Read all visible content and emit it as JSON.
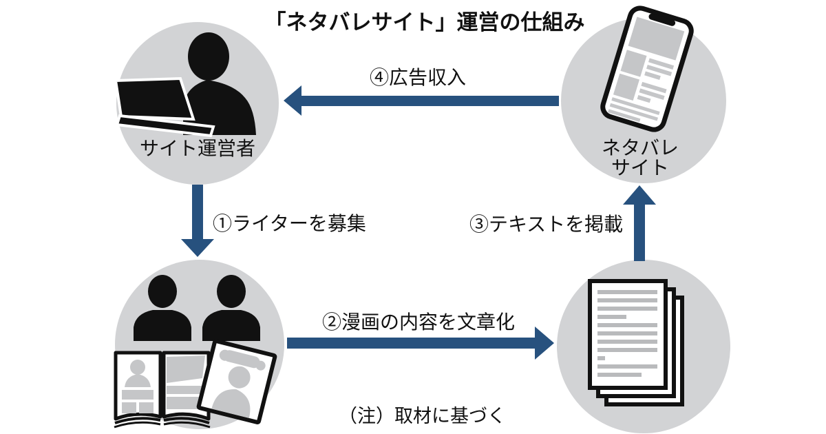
{
  "title": "「ネタバレサイト」運営の仕組み",
  "note": "（注）取材に基づく",
  "colors": {
    "arrow": "#27517e",
    "circle": "#d2d3d5",
    "ink": "#111111",
    "icon_gray": "#c5c6c8",
    "line_gray": "#b9babc"
  },
  "nodes": {
    "operator": {
      "label": "サイト運営者",
      "icon": "person-laptop-icon"
    },
    "spoiler_site": {
      "label_line1": "ネタバレ",
      "label_line2": "サイト",
      "icon": "smartphone-icon"
    },
    "writers": {
      "label": "",
      "icon": "writers-manga-icon"
    },
    "documents": {
      "label": "",
      "icon": "documents-icon"
    }
  },
  "arrows": [
    {
      "id": "1",
      "label": "①ライターを募集",
      "from": "operator",
      "to": "writers",
      "direction": "down"
    },
    {
      "id": "2",
      "label": "②漫画の内容を文章化",
      "from": "writers",
      "to": "documents",
      "direction": "right"
    },
    {
      "id": "3",
      "label": "③テキストを掲載",
      "from": "documents",
      "to": "spoiler_site",
      "direction": "up"
    },
    {
      "id": "4",
      "label": "④広告収入",
      "from": "spoiler_site",
      "to": "operator",
      "direction": "left"
    }
  ]
}
